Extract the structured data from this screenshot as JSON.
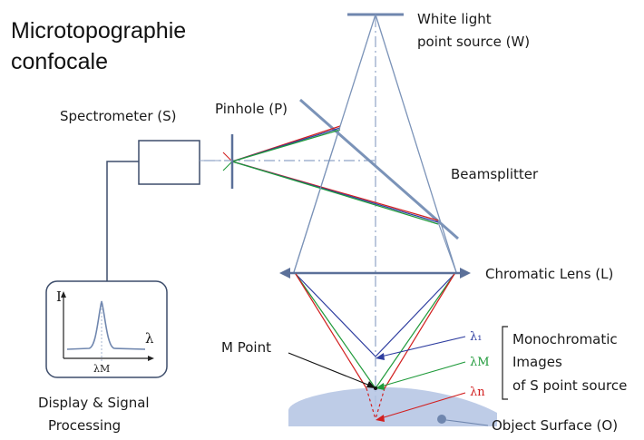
{
  "title": {
    "line1": "Microtopographie",
    "line2": "confocale"
  },
  "labels": {
    "white_light_1": "White light",
    "white_light_2": "point source (W)",
    "spectrometer": "Spectrometer (S)",
    "pinhole": "Pinhole (P)",
    "beamsplitter": "Beamsplitter",
    "chromatic_lens": "Chromatic Lens (L)",
    "m_point": "M Point",
    "mono_1": "Monochromatic",
    "mono_2": "Images",
    "mono_3": "of S point source",
    "object_surface": "Object Surface (O)",
    "display_1": "Display & Signal",
    "display_2": "Processing"
  },
  "symbols": {
    "lambda_1": "λ₁",
    "lambda_m": "λM",
    "lambda_n": "λn",
    "graph_i": "I",
    "graph_lambda": "λ",
    "graph_lambda_m": "λM"
  },
  "colors": {
    "structure": "#7b93b8",
    "blue_ray": "#2f3ea0",
    "green_ray": "#1f9a3a",
    "red_ray": "#d21f1f",
    "surface": "#aebfe0",
    "text": "#1a1a1a"
  }
}
